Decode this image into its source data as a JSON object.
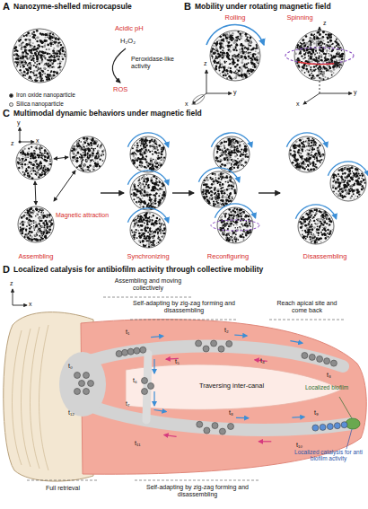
{
  "diagram": {
    "labels": [
      "A",
      "Nanozyme-shelled microcapsule",
      "Acidic pH",
      "H₂O₂",
      "Peroxidase-like activity",
      "ROS",
      "B",
      "Mobility under rotating magnetic field",
      "Rolling",
      "Spinning",
      "z",
      "y",
      "x",
      "z",
      "y",
      "x",
      "C",
      "Multimodal dynamic behaviors under magnetic field",
      "y",
      "x",
      "z",
      "Magnetic attraction",
      "Assembling",
      "Synchronizing",
      "Reconfiguring",
      "Disassembling",
      "D",
      "Localized catalysis for antibiofilm activity through collective mobility",
      "z",
      "x",
      "Assembling and moving collectively",
      "Self-adapting by zig-zag forming and disassembling",
      "Reach apical site and come back",
      "t₀",
      "t₁",
      "t₂",
      "t₃",
      "t₄",
      "t₅",
      "t₆",
      "t₇",
      "t₈",
      "t₉",
      "t₁₀",
      "t₁₁",
      "t₁₂",
      "Traversing inter-canal",
      "Localized biofilm",
      "Localized catalysis for anti biofilm activity",
      "Full retrieval",
      "Self-adapting by zig-zag forming and disassembling"
    ],
    "legend": [
      {
        "text": "Iron oxide nanoparticle",
        "color": "#1a1a1a"
      },
      {
        "text": "Silica nanoparticle",
        "color": "#e6e6e6"
      }
    ]
  }
}
